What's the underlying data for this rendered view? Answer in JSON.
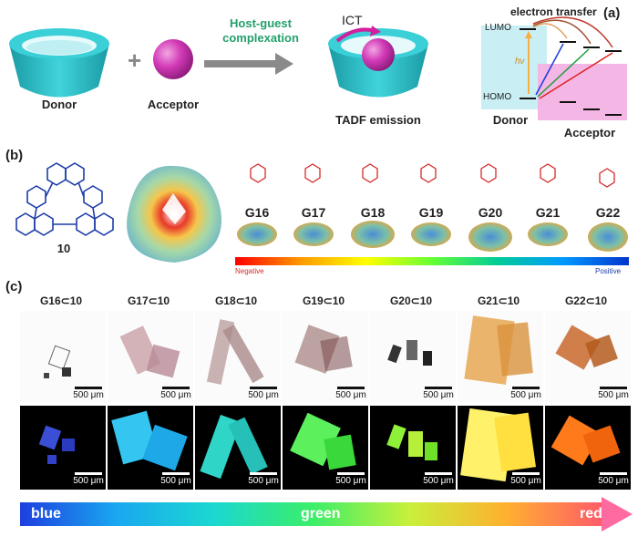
{
  "panel_a": {
    "label": "(a)",
    "donor": "Donor",
    "acceptor": "Acceptor",
    "plus": "+",
    "arrow_text_line1": "Host-guest",
    "arrow_text_line2": "complexation",
    "ict": "ICT",
    "tadf": "TADF emission",
    "energy": {
      "electron_transfer": "electron transfer",
      "lumo": "LUMO",
      "homo": "HOMO",
      "hv": "hν",
      "donor": "Donor",
      "acceptor": "Acceptor"
    }
  },
  "panel_b": {
    "label": "(b)",
    "host_number": "10",
    "guests": [
      "G16",
      "G17",
      "G18",
      "G19",
      "G20",
      "G21",
      "G22"
    ],
    "gradient": {
      "left": "Negative",
      "right": "Positive"
    }
  },
  "panel_c": {
    "label": "(c)",
    "complexes": [
      "G16⊂10",
      "G17⊂10",
      "G18⊂10",
      "G19⊂10",
      "G20⊂10",
      "G21⊂10",
      "G22⊂10"
    ],
    "scale": "500 μm",
    "color_bar": {
      "left": "blue",
      "middle": "green",
      "right": "red"
    }
  },
  "colors": {
    "cyan": "#2fc6cf",
    "magenta": "#d23ab7",
    "green_text": "#22a06b"
  }
}
